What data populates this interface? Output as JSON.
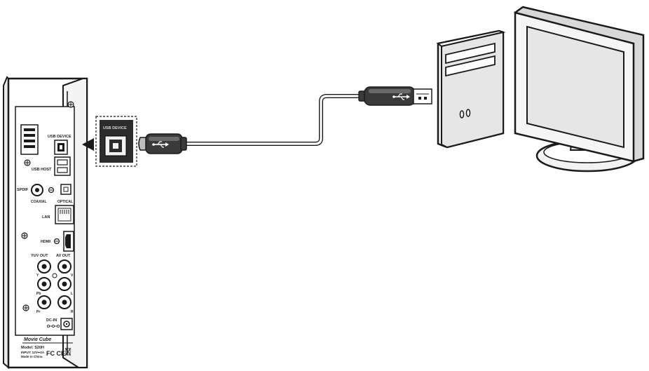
{
  "device": {
    "ports": {
      "usb_device": "USB DEVICE",
      "usb_host": "USB HOST",
      "spdif": "SPDIF",
      "coaxial": "COAXIAL",
      "optical": "OPTICAL",
      "lan": "LAN",
      "hdmi": "HDMI",
      "yuv_out": "YUV OUT",
      "av_out": "AV OUT",
      "y": "Y",
      "pb": "Pb",
      "pr": "Pr",
      "v": "V",
      "l": "L",
      "r": "R",
      "dc_in": "DC-IN"
    },
    "brand": "Movie Cube",
    "model": "Model: S20H",
    "input": "INPUT: 12V⎓2A",
    "made_in": "Made in China",
    "cert": "FC CE"
  },
  "callout": {
    "label": "USB DEVICE",
    "icon": "usb-b-port-icon"
  },
  "cable": {
    "icon": "usb-symbol-icon"
  },
  "computer": {
    "icon": "desktop-computer-icon"
  },
  "colors": {
    "outline": "#1a1a1a",
    "device_panel": "#ffffff",
    "connector": "#3a3a3a",
    "cable": "#b8b8b8",
    "screen": "#e6e6e6"
  }
}
